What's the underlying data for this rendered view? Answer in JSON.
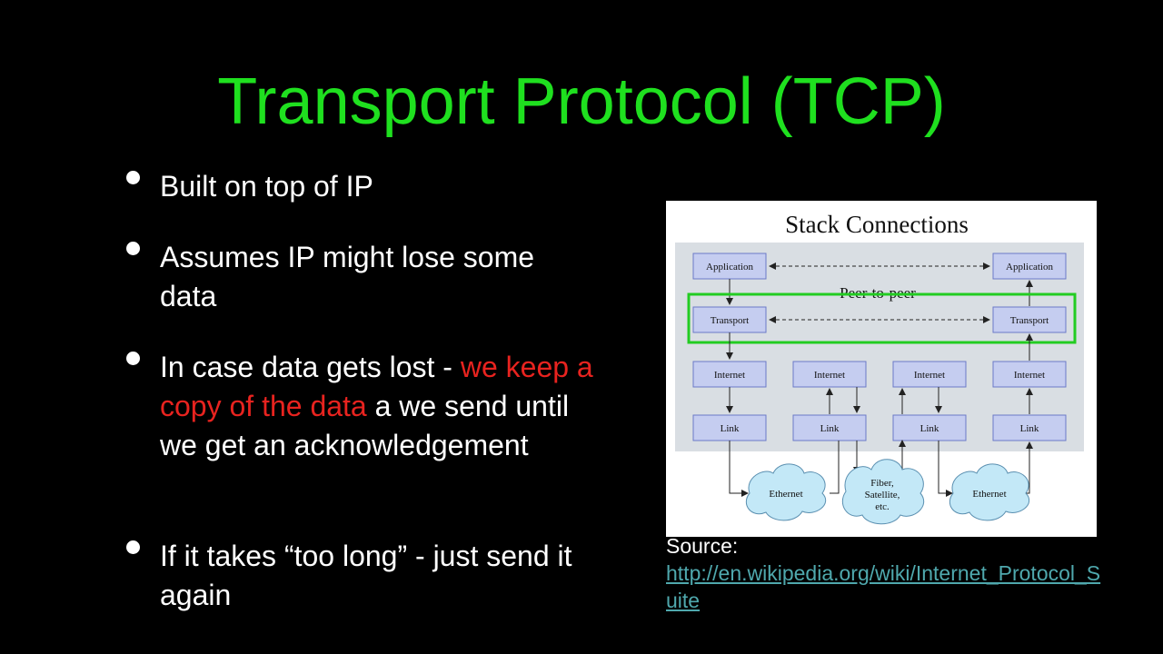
{
  "slide": {
    "title": "Transport Protocol (TCP)",
    "bullets": [
      {
        "text": "Built on top of IP"
      },
      {
        "text": "Assumes IP might lose some data"
      },
      {
        "before": "In case data gets lost - ",
        "highlight": "we keep a copy of the data",
        "after": " a we send until we get an acknowledgement"
      },
      {
        "text": "If it takes “too long” - just send it again"
      }
    ],
    "source_label": "Source:",
    "source_link": "http://en.wikipedia.org/wiki/Internet_Protocol_Suite",
    "highlight_color": "#e8231f",
    "title_color": "#1fe01f"
  },
  "figure": {
    "title": "Stack Connections",
    "peer_label": "Peer-to-peer",
    "app_left": "Application",
    "app_right": "Application",
    "transport_left": "Transport",
    "transport_right": "Transport",
    "internet": [
      "Internet",
      "Internet",
      "Internet",
      "Internet"
    ],
    "link": [
      "Link",
      "Link",
      "Link",
      "Link"
    ],
    "cloud_left": "Ethernet",
    "cloud_mid_lines": [
      "Fiber,",
      "Satellite,",
      "etc."
    ],
    "cloud_right": "Ethernet"
  }
}
